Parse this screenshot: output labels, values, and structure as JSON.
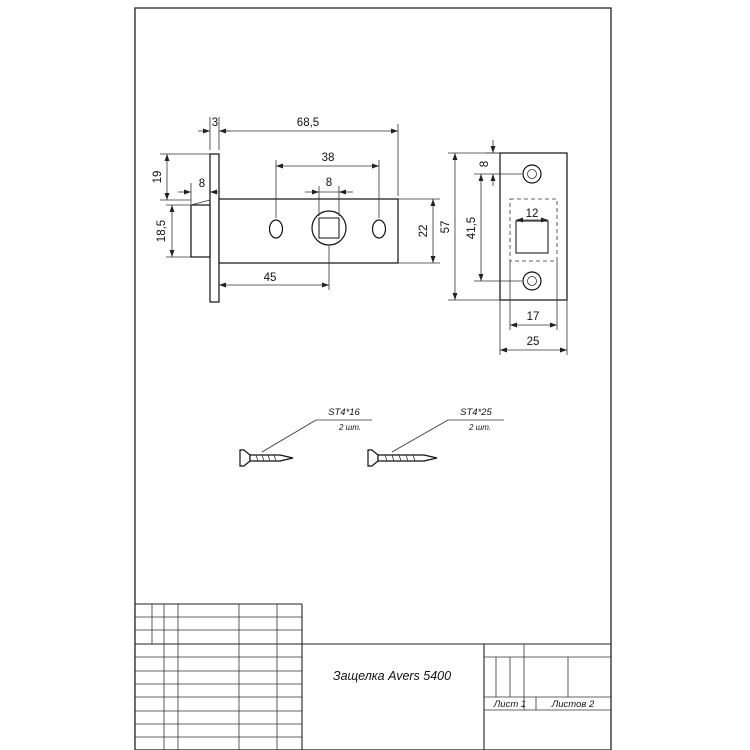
{
  "drawing": {
    "dimensions": {
      "faceplate_thickness": "3",
      "total_length": "68,5",
      "hole_spacing": "38",
      "spindle_square": "8",
      "top_offset": "19",
      "bolt_protrusion": "8",
      "bolt_height": "18,5",
      "backset": "45",
      "body_height": "22",
      "strike_height": "57",
      "strike_hole_spacing": "41,5",
      "strike_hole_offset": "8",
      "strike_opening_width": "12",
      "strike_inner_width": "17",
      "strike_width": "25"
    },
    "screws": [
      {
        "size": "ST4*16",
        "qty": "2 шт."
      },
      {
        "size": "ST4*25",
        "qty": "2 шт."
      }
    ]
  },
  "title_block": {
    "title": "Защелка Avers 5400",
    "sheet_label": "Лист 1",
    "sheets_label": "Листов 2"
  }
}
